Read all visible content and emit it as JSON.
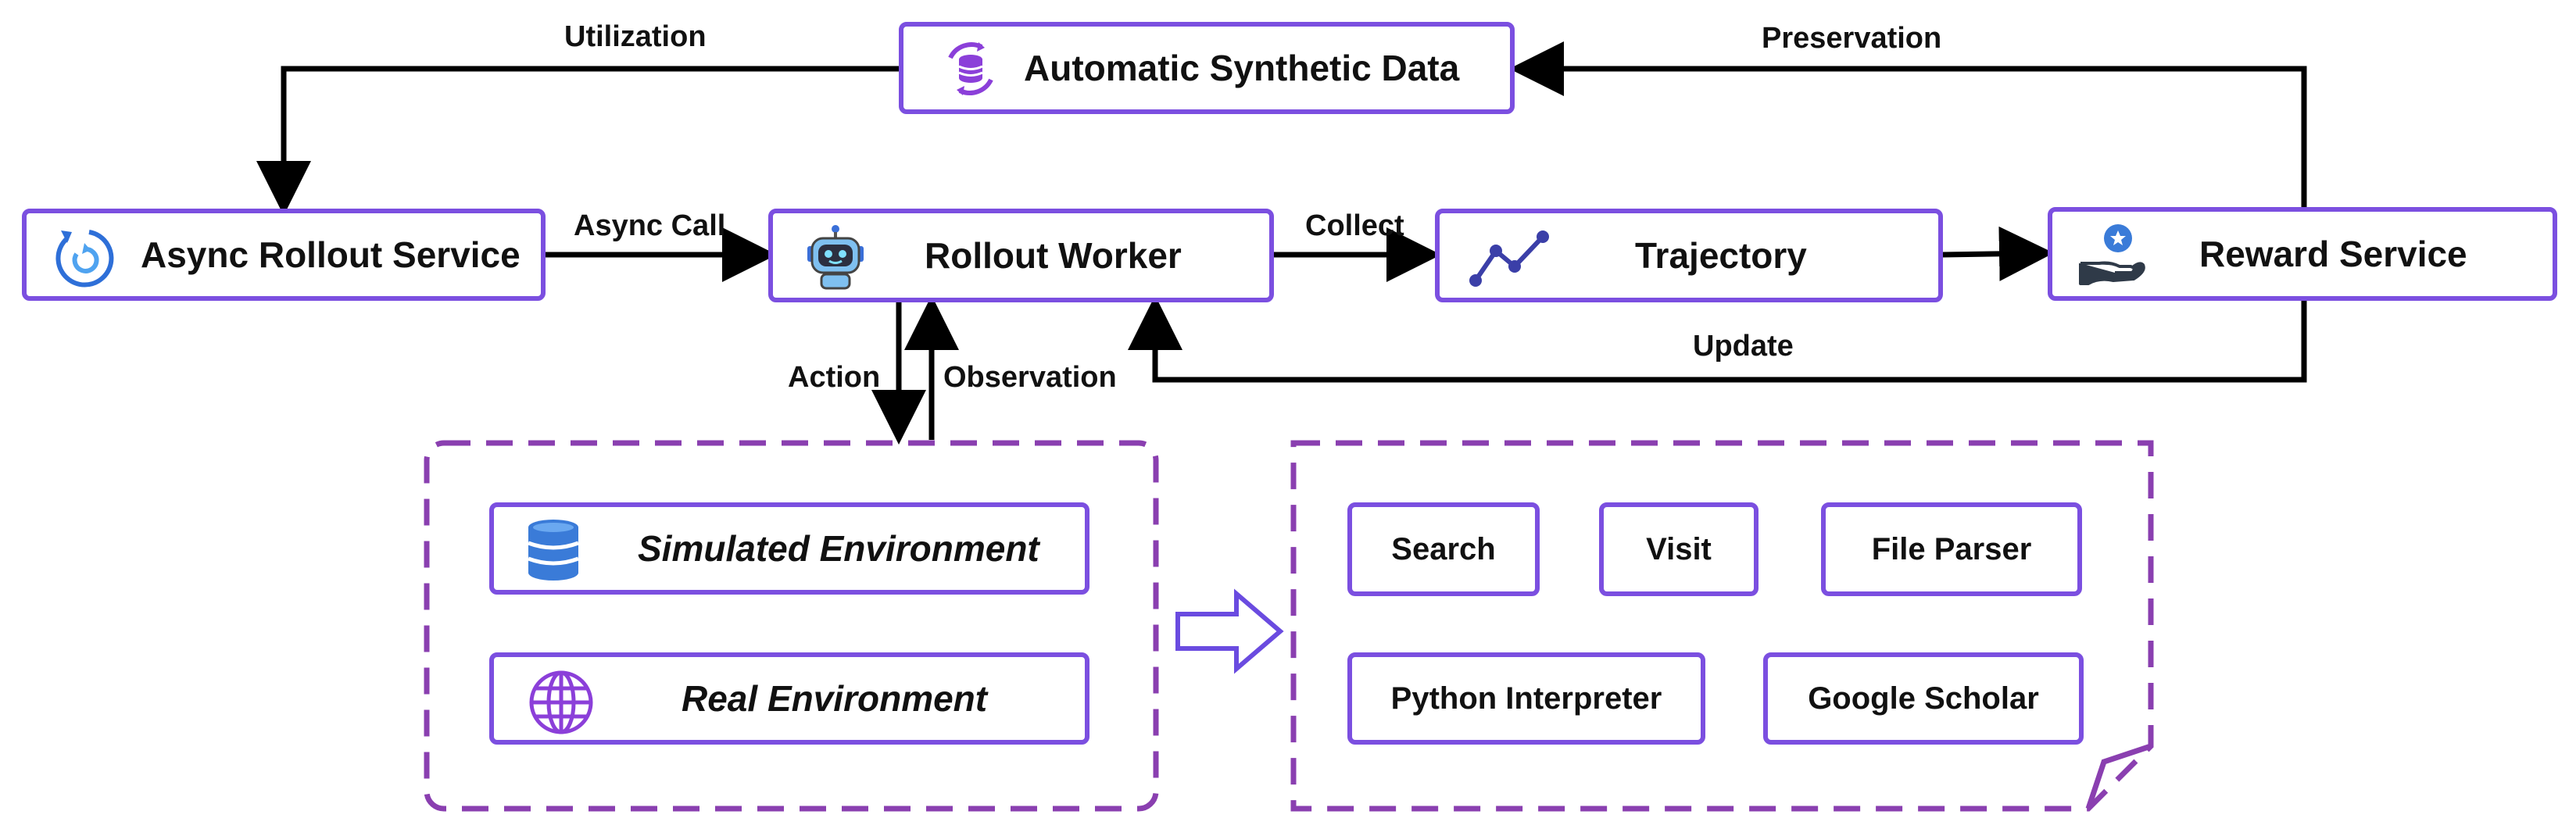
{
  "nodes": {
    "synthetic": "Automatic Synthetic Data",
    "async_rollout": "Async Rollout Service",
    "rollout_worker": "Rollout Worker",
    "trajectory": "Trajectory",
    "reward": "Reward Service",
    "simulated_env": "Simulated Environment",
    "real_env": "Real Environment"
  },
  "tools": {
    "search": "Search",
    "visit": "Visit",
    "file_parser": "File Parser",
    "python": "Python Interpreter",
    "scholar": "Google Scholar"
  },
  "edges": {
    "utilization": "Utilization",
    "preservation": "Preservation",
    "async_call": "Async Call",
    "collect": "Collect",
    "update": "Update",
    "action": "Action",
    "observation": "Observation"
  },
  "colors": {
    "border": "#7b4fe0",
    "dashed": "#8a3fb0",
    "arrow": "#000000",
    "icon_blue": "#2e6fd8",
    "icon_purple": "#8b3fd9"
  },
  "icons": {
    "synthetic": "database-cycle-icon",
    "async_rollout": "refresh-icon",
    "rollout_worker": "robot-icon",
    "trajectory": "line-chart-icon",
    "reward": "hand-badge-icon",
    "simulated_env": "database-icon",
    "real_env": "globe-icon",
    "transfer": "right-arrow-outline-icon"
  }
}
